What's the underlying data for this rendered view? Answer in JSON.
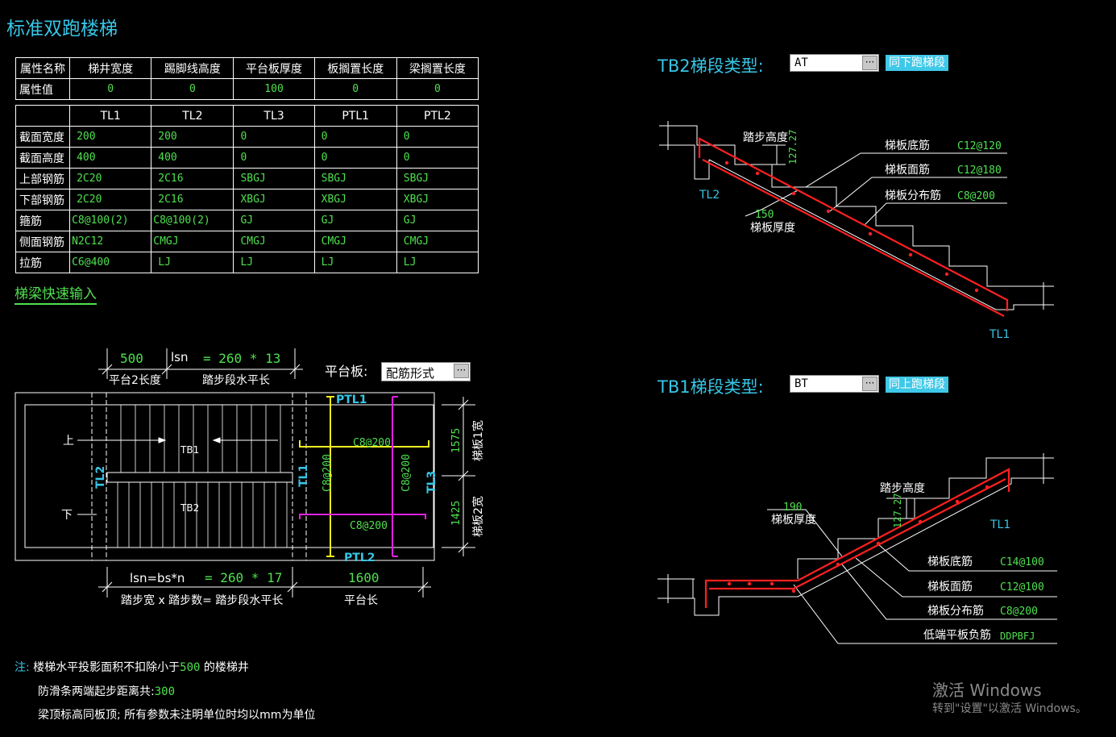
{
  "title": "标准双跑楼梯",
  "attr_table": {
    "headers": [
      "属性名称",
      "梯井宽度",
      "踢脚线高度",
      "平台板厚度",
      "板搁置长度",
      "梁搁置长度"
    ],
    "row_label": "属性值",
    "values": [
      "0",
      "0",
      "100",
      "0",
      "0"
    ]
  },
  "beam_table": {
    "headers": [
      "",
      "TL1",
      "TL2",
      "TL3",
      "PTL1",
      "PTL2"
    ],
    "rows": [
      {
        "label": "截面宽度",
        "values": [
          "200",
          "200",
          "0",
          "0",
          "0"
        ]
      },
      {
        "label": "截面高度",
        "values": [
          "400",
          "400",
          "0",
          "0",
          "0"
        ]
      },
      {
        "label": "上部钢筋",
        "values": [
          "2C20",
          "2C16",
          "SBGJ",
          "SBGJ",
          "SBGJ"
        ]
      },
      {
        "label": "下部钢筋",
        "values": [
          "2C20",
          "2C16",
          "XBGJ",
          "XBGJ",
          "XBGJ"
        ]
      },
      {
        "label": "箍筋",
        "values": [
          "C8@100(2)",
          "C8@100(2)",
          "GJ",
          "GJ",
          "GJ"
        ]
      },
      {
        "label": "侧面钢筋",
        "values": [
          "N2C12",
          "CMGJ",
          "CMGJ",
          "CMGJ",
          "CMGJ"
        ]
      },
      {
        "label": "拉筋",
        "values": [
          "C6@400",
          "LJ",
          "LJ",
          "LJ",
          "LJ"
        ]
      }
    ]
  },
  "quick_input": "梯梁快速输入",
  "plan": {
    "dim_500": "500",
    "lsn_label": "lsn",
    "lsn_expr": "= 260 * 13",
    "platform2_len": "平台2长度",
    "step_horiz": "踏步段水平长",
    "platform_board_label": "平台板:",
    "platform_board_value": "配筋形式",
    "ptl1": "PTL1",
    "ptl2": "PTL2",
    "tl1": "TL1",
    "tl2": "TL2",
    "tl3": "TL3",
    "tb1": "TB1",
    "tb2": "TB2",
    "up": "上",
    "down": "下",
    "rebar_h_top": "C8@200",
    "rebar_h_bot": "C8@200",
    "rebar_v_left": "C8@200",
    "rebar_v_right": "C8@200",
    "dim_1575": "1575",
    "dim_1425": "1425",
    "board1_width": "梯板1宽",
    "board2_width": "梯板2宽",
    "lsn_bottom_label": "lsn=bs*n",
    "lsn_bottom_expr": "= 260 * 17",
    "dim_1600": "1600",
    "step_formula": "踏步宽 x 踏步数= 踏步段水平长",
    "platform_len": "平台长"
  },
  "tb2": {
    "label": "TB2梯段类型:",
    "type_value": "AT",
    "action": "同下跑梯段",
    "step_height": "踏步高度",
    "step_height_value": "127.27",
    "thickness_value": "150",
    "thickness_label": "梯板厚度",
    "bottom_bar": "梯板底筋",
    "bottom_bar_value": "C12@120",
    "top_bar": "梯板面筋",
    "top_bar_value": "C12@180",
    "dist_bar": "梯板分布筋",
    "dist_bar_value": "C8@200",
    "tl2": "TL2",
    "tl1": "TL1"
  },
  "tb1": {
    "label": "TB1梯段类型:",
    "type_value": "BT",
    "action": "同上跑梯段",
    "step_height": "踏步高度",
    "step_height_value": "127.27",
    "thickness_value": "190",
    "thickness_label": "梯板厚度",
    "bottom_bar": "梯板底筋",
    "bottom_bar_value": "C14@100",
    "top_bar": "梯板面筋",
    "top_bar_value": "C12@100",
    "dist_bar": "梯板分布筋",
    "dist_bar_value": "C8@200",
    "neg_bar": "低端平板负筋",
    "neg_bar_value": "DDPBFJ",
    "tl1": "TL1"
  },
  "notes": {
    "prefix": "注:",
    "line1_a": "楼梯水平投影面积不扣除小于",
    "line1_b": "500",
    "line1_c": " 的楼梯井",
    "line2_a": "防滑条两端起步距离共:",
    "line2_b": "300",
    "line3": "梁顶标高同板顶; 所有参数未注明单位时均以mm为单位"
  },
  "watermark": {
    "line1": "激活 Windows",
    "line2": "转到\"设置\"以激活 Windows。"
  },
  "colors": {
    "cyan": "#37c6e6",
    "green": "#4fe04f",
    "red": "#ff2020",
    "yellow": "#f0f020",
    "magenta": "#e020e0"
  }
}
